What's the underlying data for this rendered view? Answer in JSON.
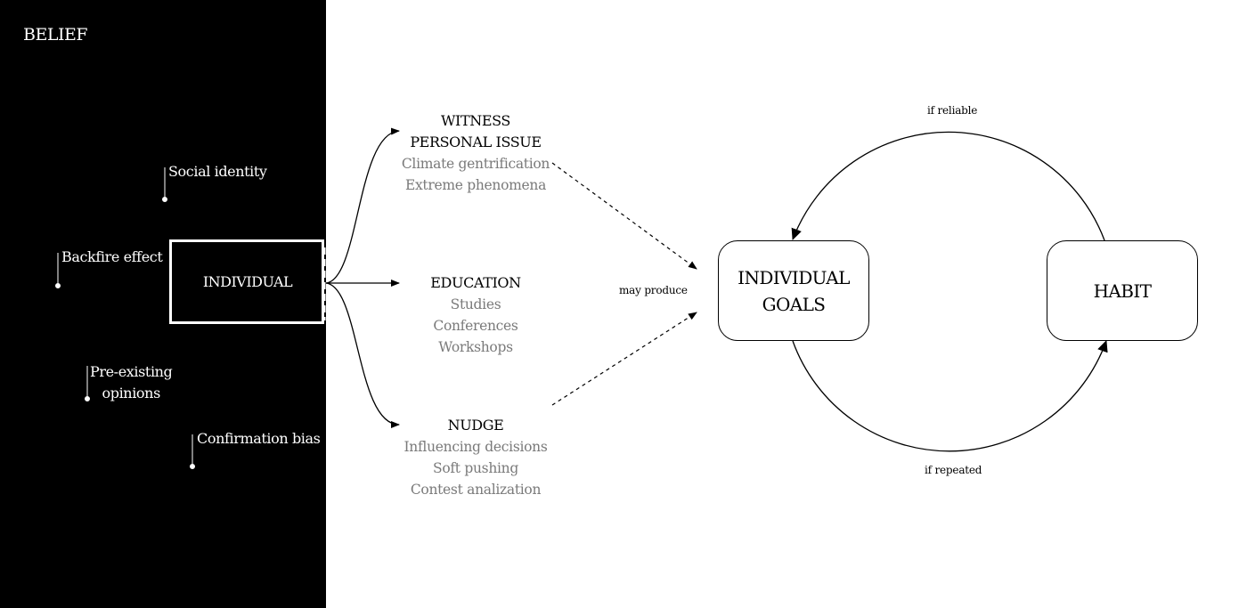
{
  "belief": {
    "title": "BELIEF",
    "factors": {
      "social_identity": "Social identity",
      "backfire_effect": "Backfire effect",
      "pre_existing_line1": "Pre-existing",
      "pre_existing_line2": "opinions",
      "confirmation_bias": "Confirmation bias"
    },
    "individual": "INDIVIDUAL"
  },
  "pathways": {
    "witness": {
      "title_line1": "WITNESS",
      "title_line2": "PERSONAL ISSUE",
      "items": [
        "Climate gentrification",
        "Extreme phenomena"
      ]
    },
    "education": {
      "title": "EDUCATION",
      "items": [
        "Studies",
        "Conferences",
        "Workshops"
      ]
    },
    "nudge": {
      "title": "NUDGE",
      "items": [
        "Influencing decisions",
        "Soft pushing",
        "Contest analization"
      ]
    }
  },
  "connector_label": "may produce",
  "cycle": {
    "goals_line1": "INDIVIDUAL",
    "goals_line2": "GOALS",
    "habit": "HABIT",
    "top_label": "if reliable",
    "bottom_label": "if repeated"
  },
  "colors": {
    "panel": "#000000",
    "background": "#ffffff",
    "item_text": "#7a7a7a"
  }
}
